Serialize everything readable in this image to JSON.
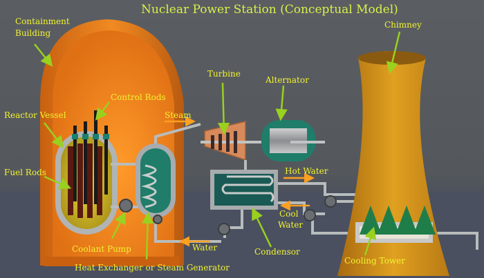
{
  "title": "Nuclear Power Station (Conceptual Model)",
  "labels": {
    "containment_line1": "Containment",
    "containment_line2": "Building",
    "control_rods": "Control Rods",
    "reactor_vessel": "Reactor Vessel",
    "fuel_rods": "Fuel Rods",
    "coolant_pump": "Coolant Pump",
    "heat_exchanger": "Heat Exchanger or Steam Generator",
    "steam": "Steam",
    "turbine": "Turbine",
    "alternator": "Alternator",
    "hot_water": "Hot Water",
    "cool_line1": "Cool",
    "cool_line2": "Water",
    "water": "Water",
    "condensor": "Condensor",
    "chimney": "Chimney",
    "cooling_tower": "Cooling Tower"
  },
  "colors": {
    "label": "#f2f230",
    "title": "#d8f04a",
    "pointer": "#9ad020",
    "flow_arrow": "#ffa020",
    "building": "#e07a1a",
    "tower": "#d89418",
    "reactor_core": "#d8c02a",
    "steam_generator": "#1f7d6a"
  }
}
